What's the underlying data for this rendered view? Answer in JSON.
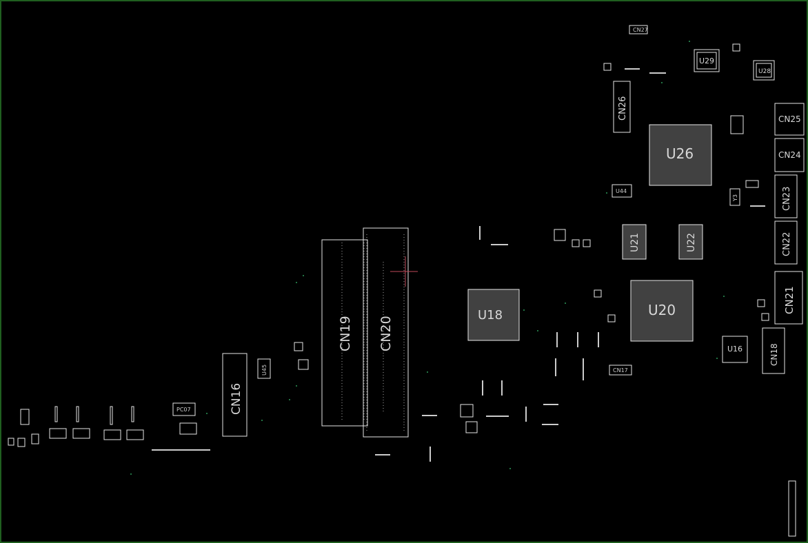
{
  "board": {
    "background": "#000000",
    "border_color": "#1f5f1f",
    "outline_color": "#e6e6e6",
    "via_color": "#2e9a5a"
  },
  "labels": {
    "cn27": "CN27",
    "u29": "U29",
    "u28": "U28",
    "cn26": "CN26",
    "u26": "U26",
    "cn25": "CN25",
    "cn24": "CN24",
    "cn23": "CN23",
    "cn22": "CN22",
    "cn21": "CN21",
    "cn18": "CN18",
    "u44": "U44",
    "u21": "U21",
    "u22": "U22",
    "u20": "U20",
    "u18": "U18",
    "u16": "U16",
    "cn17": "CN17",
    "cn19": "CN19",
    "cn20": "CN20",
    "cn16": "CN16",
    "u45": "U45",
    "pc07": "PC07",
    "y3": "Y3"
  }
}
